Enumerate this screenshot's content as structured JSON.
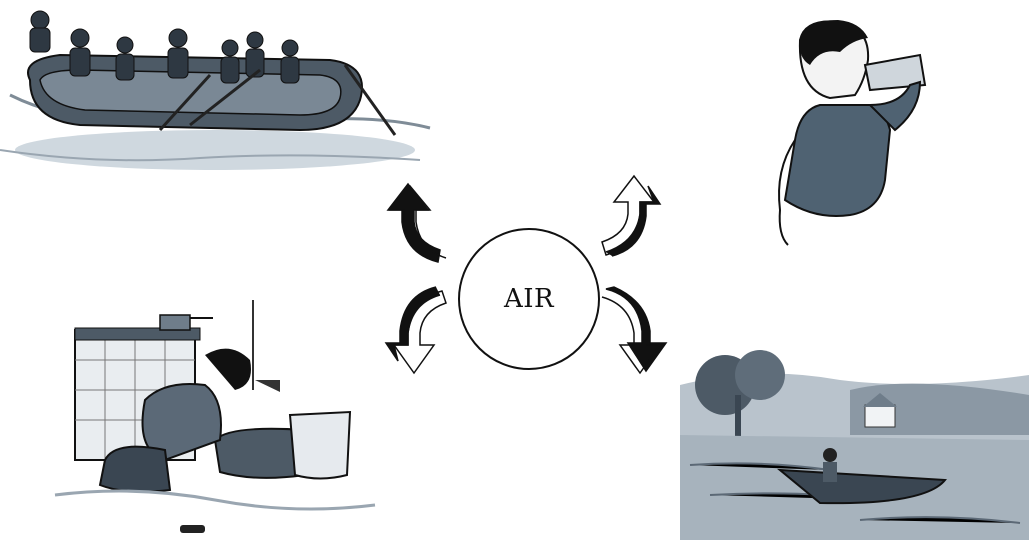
{
  "center": {
    "label": "AIR"
  },
  "scenes": [
    {
      "name": "rafting"
    },
    {
      "name": "drinking"
    },
    {
      "name": "washing"
    },
    {
      "name": "boating"
    }
  ],
  "colors": {
    "ink": "#111111",
    "tone_dark": "#3a4652",
    "tone_mid": "#6f7d8a",
    "tone_light": "#aeb9c3",
    "water": "#cfd8df"
  }
}
